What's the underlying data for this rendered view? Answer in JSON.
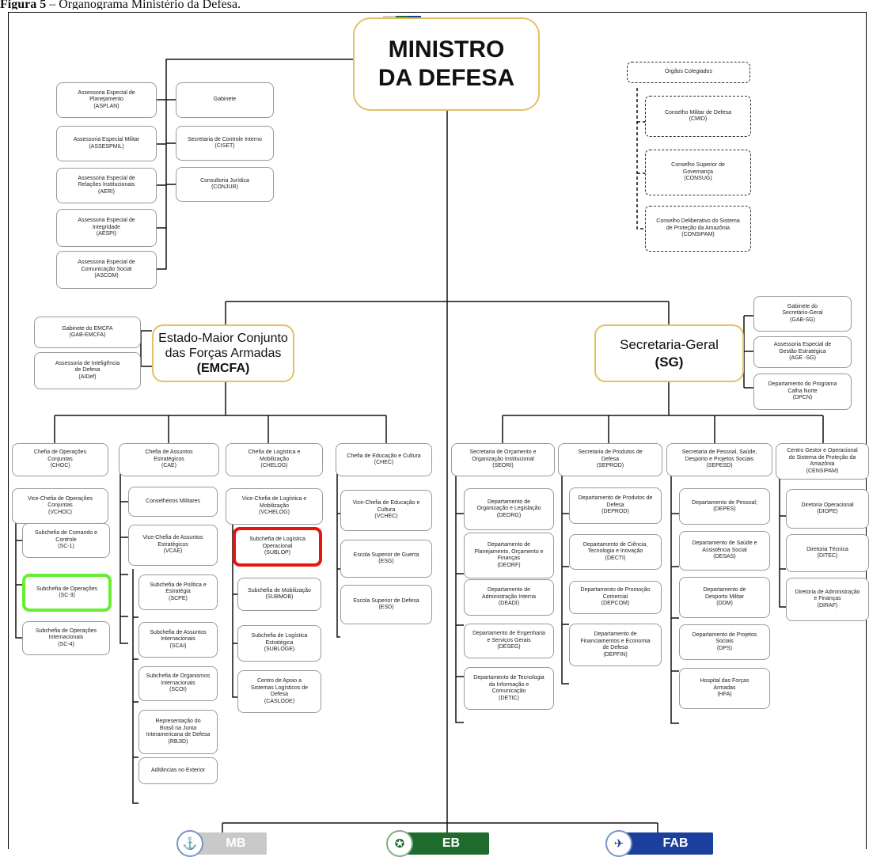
{
  "caption": {
    "label": "Figura 5",
    "text": " – Organograma Ministério da Defesa."
  },
  "minister": "MINISTRO\nDA DEFESA",
  "left_advisory": [
    "Assessoria Especial de\nPlanejamento\n(ASPLAN)",
    "Assessoria Especial Militar\n(ASSESPMIL)",
    "Assessoria Especial de\nRelações Institucionais\n(AERI)",
    "Assessoria Especial de\nIntegridade\n(AESPI)",
    "Assessoria Especial de\nComunicação Social\n(ASCOM)"
  ],
  "right_advisory": [
    "Gabinete",
    "Secretaria de Controle Interno\n(CISET)",
    "Consultoria Jurídica\n(CONJUR)"
  ],
  "collegiate": {
    "title": "Órgãos Colegiados",
    "items": [
      "Conselho Militar de Defesa\n(CMID)",
      "Conselho Superior de\nGovernança\n(CONSUG)",
      "Conselho Deliberativo do Sistema\nde Proteção da Amazônia\n(CONSIPAM)"
    ]
  },
  "emcfa": {
    "name": "Estado-Maior Conjunto\ndas Forças Armadas",
    "abbr": "(EMCFA)",
    "side": [
      "Gabinete do EMCFA\n(GAB-EMCFA)",
      "Assessoria de Inteligência\nde Defesa\n(AIDef)"
    ]
  },
  "sg": {
    "name": "Secretaria-Geral",
    "abbr": "(SG)",
    "side": [
      "Gabinete do\nSecretário-Geral\n(GAB-SG)",
      "Assessoria Especial de\nGestão Estratégica\n(AGE -SG)",
      "Departamento do Programa\nCalha Norte\n(DPCN)"
    ]
  },
  "columns": [
    {
      "head": "Chefia de Operações\nConjuntas\n(CHOC)",
      "sub": "Vice-Chefia de Operações\nConjuntas\n(VCHOC)",
      "items": [
        "Subchefia de Comando e\nControle\n(SC-1)",
        "Subchefia de Operações\n(SC-3)",
        "Subchefia de Operações\nInternacionais\n(SC-4)"
      ]
    },
    {
      "head": "Chefia de Assuntos\nEstratégicos\n(CAE)",
      "sub1": "Conselheiros Militares",
      "sub": "Vice-Chefia de Assuntos\nEstratégicos\n(VCAE)",
      "items": [
        "Subchefia de Política e\nEstratégia\n(SCPE)",
        "Subchefia de Assuntos\nInternacionais\n(SCAI)",
        "Subchefia de Organismos\nInternacionais\n(SCOI)",
        "Representação do\nBrasil na Junta\nInteramericana de Defesa\n(RBJID)",
        "Aditâncias no Exterior"
      ]
    },
    {
      "head": "Chefia de Logística e\nMobilização\n(CHELOG)",
      "sub": "Vice-Chefia de Logística e\nMobilização\n(VCHELOG)",
      "items": [
        "Subchefia de Logística\nOperacional\n(SUBLOP)",
        "Subchefia de Mobilização\n(SUBMOB)",
        "Subchefia de Logística\nEstratégica\n(SUBLOGE)",
        "Centro de Apoio a\nSistemas Logísticos de\nDefesa\n(CASLODE)"
      ]
    },
    {
      "head": "Chefia de Educação e Cultura\n(CHEC)",
      "items": [
        "Vice-Chefia de Educação e\nCultura\n(VCHEC)",
        "Escola Superior de Guerra\n(ESG)",
        "Escola Superior de Defesa\n(ESD)"
      ]
    },
    {
      "head": "Secretaria de Orçamento e\nOrganização Institucional\n(SEORI)",
      "items": [
        "Departamento de\nOrganização e Legislação\n(DEORG)",
        "Departamento de\nPlanejamento, Orçamento e\nFinanças\n(DEORF)",
        "Departamento de\nAdministração Interna\n(DEADI)",
        "Departamento de Engenharia\ne Serviços Gerais\n(DESEG)",
        "Departamento de Tecnologia\nda Informação e\nComunicação\n(DETIC)"
      ]
    },
    {
      "head": "Secretaria de Produtos de\nDefesa\n(SEPROD)",
      "items": [
        "Departamento de Produtos de\nDefesa\n(DEPROD)",
        "Departamento de Ciência,\nTecnologia e Inovação\n(DECTI)",
        "Departamento de Promoção\nComercial\n(DEPCOM)",
        "Departamento de\nFinanciamentos e Economia\nde Defesa\n(DEPFIN)"
      ]
    },
    {
      "head": "Secretaria de Pessoal, Saúde,\nDesporto e Projetos Sociais\n(SEPESD)",
      "items": [
        "Departamento de Pessoal;\n(DEPES)",
        "Departamento de Saúde e\nAssistência Social\n(DESAS)",
        "Departamento de\nDesporto Militar\n(DDM)",
        "Departamento de Projetos\nSociais\n(DPS)",
        "Hospital das Forças\nArmadas\n(HFA)"
      ]
    },
    {
      "head": "Centro Gestor e Operacional\ndo Sistema de Proteção da\nAmazônia\n(CENSIPAM)",
      "items": [
        "Diretoria Operacional\n(DIOPE)",
        "Diretoria Técnica\n(DITEC)",
        "Diretoria de Administração\ne Finanças\n(DIRAF)"
      ]
    }
  ],
  "forces": [
    {
      "label": "MB",
      "color": "#c9c9c9"
    },
    {
      "label": "EB",
      "color": "#1f6b2e"
    },
    {
      "label": "FAB",
      "color": "#1a3f9c"
    }
  ],
  "colors": {
    "gold": "#e3c163",
    "highlight_red": "#e8150f",
    "highlight_green": "#66ee33",
    "line": "#111111"
  }
}
